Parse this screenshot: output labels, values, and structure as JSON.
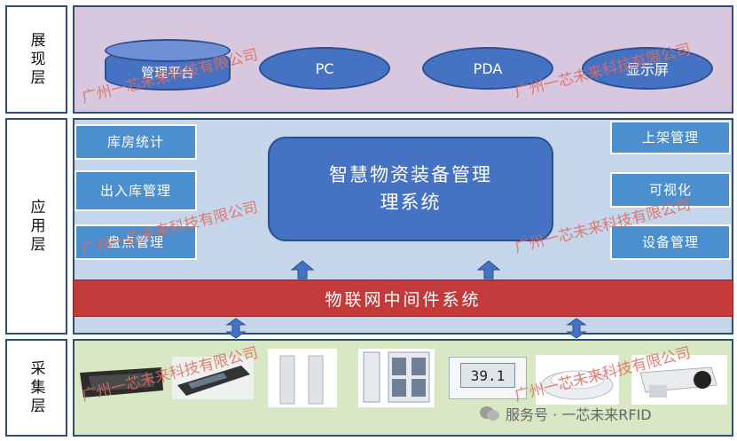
{
  "layers": {
    "display": "展现层",
    "application": "应用层",
    "collection": "采集层"
  },
  "display": {
    "items": [
      "管理平台",
      "PC",
      "PDA",
      "显示屏"
    ]
  },
  "application": {
    "left": [
      "库房统计",
      "出入库管理",
      "盘点管理"
    ],
    "right": [
      "上架管理",
      "可视化",
      "设备管理"
    ],
    "center_line1": "智慧物资装备管理",
    "center_line2": "理系统"
  },
  "middleware": "物联网中间件系统",
  "watermark": "广州一芯未来科技有限公司",
  "device_screen_value": "39.1",
  "footer": "服务号 · 一芯未来RFID",
  "colors": {
    "display_bg": "#d7c8e0",
    "app_bg": "#c6d6ea",
    "collect_bg": "#d9e8c4",
    "node_blue": "#4672c4",
    "middleware_red": "#c23a3a"
  }
}
